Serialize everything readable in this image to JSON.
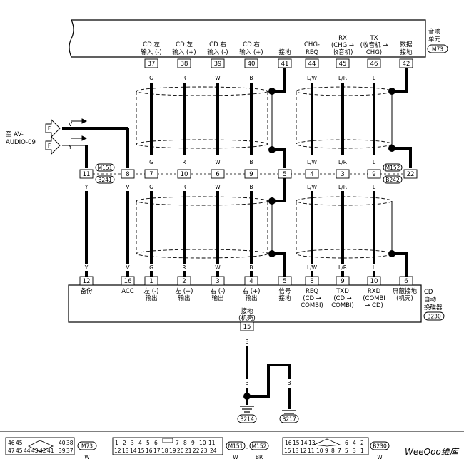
{
  "units": {
    "audio_unit": {
      "line1": "音响",
      "line2": "单元",
      "badge": "M73"
    },
    "cd_changer": {
      "line1": "CD",
      "line2": "自动",
      "line3": "换碟器",
      "badge": "B230"
    }
  },
  "top_pins": [
    {
      "label1": "CD 左",
      "label2": "输入 (-)",
      "pin": "37",
      "wire": "G"
    },
    {
      "label1": "CD 左",
      "label2": "输入 (+)",
      "pin": "38",
      "wire": "R"
    },
    {
      "label1": "CD 右",
      "label2": "输入 (-)",
      "pin": "39",
      "wire": "W"
    },
    {
      "label1": "CD 右",
      "label2": "输入 (+)",
      "pin": "40",
      "wire": "B"
    },
    {
      "label1": "接地",
      "label2": "",
      "pin": "41",
      "wire": ""
    },
    {
      "label1": "CHG-",
      "label2": "REQ",
      "pin": "44",
      "wire": "L/W"
    },
    {
      "label1": "RX",
      "label2": "(CHG →",
      "label3": "收音机)",
      "pin": "45",
      "wire": "L/R"
    },
    {
      "label1": "TX",
      "label2": "(收音机 →",
      "label3": "CHG)",
      "pin": "46",
      "wire": "L"
    },
    {
      "label1": "数据",
      "label2": "接地",
      "pin": "42",
      "wire": ""
    }
  ],
  "external": {
    "prefix": "至 AV-",
    "name": "AUDIO-09",
    "fuse_label": "F",
    "wire_v": "V",
    "wire_y": "Y"
  },
  "mid_connector": {
    "left_badge_top": "M151",
    "left_badge_bottom": "B241",
    "right_badge_top": "M152",
    "right_badge_bottom": "B242",
    "pins": [
      "11",
      "8",
      "7",
      "10",
      "6",
      "9",
      "5",
      "4",
      "3",
      "9",
      "22"
    ],
    "upper_wires": [
      "Y",
      "V",
      "G",
      "R",
      "W",
      "B",
      "",
      "L/W",
      "L/R",
      "L",
      ""
    ],
    "lower_wires": [
      "Y",
      "V",
      "G",
      "R",
      "W",
      "B",
      "",
      "L/W",
      "L/R",
      "L",
      ""
    ]
  },
  "bottom_pins": [
    {
      "pin": "12",
      "label1": "备份",
      "label2": ""
    },
    {
      "pin": "16",
      "label1": "ACC",
      "label2": ""
    },
    {
      "pin": "1",
      "label1": "左 (-)",
      "label2": "输出"
    },
    {
      "pin": "2",
      "label1": "左 (+)",
      "label2": "输出"
    },
    {
      "pin": "3",
      "label1": "右 (-)",
      "label2": "输出"
    },
    {
      "pin": "4",
      "label1": "右 (+)",
      "label2": "输出"
    },
    {
      "pin": "5",
      "label1": "信号",
      "label2": "接地"
    },
    {
      "pin": "8",
      "label1": "REQ",
      "label2": "(CD →",
      "label3": "COMBI)"
    },
    {
      "pin": "9",
      "label1": "TXD",
      "label2": "(CD →",
      "label3": "COMBI)"
    },
    {
      "pin": "10",
      "label1": "RXD",
      "label2": "(COMBI",
      "label3": "→ CD)"
    },
    {
      "pin": "6",
      "label1": "屏蔽接地",
      "label2": "(机壳)"
    }
  ],
  "bottom_wires": [
    "Y",
    "V",
    "G",
    "R",
    "W",
    "B",
    "",
    "L/W",
    "L/R",
    "L",
    ""
  ],
  "ground": {
    "label1": "接地",
    "label2": "(机壳)",
    "pin": "15",
    "wire_main": "B",
    "wire_a": "B",
    "wire_b": "B",
    "wire_c": "B",
    "badge_left": "B214",
    "badge_right": "B217"
  },
  "legend": {
    "c1": {
      "row1": [
        "46",
        "45",
        "",
        "",
        "",
        "",
        "",
        "",
        "40",
        "38"
      ],
      "row2": [
        "47",
        "45",
        "44",
        "43",
        "42",
        "41",
        "39",
        "37"
      ],
      "badge": "M73",
      "color": "W"
    },
    "c2": {
      "row1": [
        "1",
        "2",
        "3",
        "4",
        "5",
        "6",
        "7",
        "8",
        "9",
        "10",
        "11"
      ],
      "row2": [
        "12",
        "13",
        "14",
        "15",
        "16",
        "17",
        "18",
        "19",
        "20",
        "21",
        "22",
        "23",
        "24"
      ],
      "badge1": "M151",
      "color1": "W",
      "sep": ",",
      "badge2": "M152",
      "color2": "BR"
    },
    "c3": {
      "row1": [
        "16",
        "15",
        "14",
        "13",
        "6",
        "4",
        "2"
      ],
      "row2": [
        "15",
        "13",
        "12",
        "11",
        "10",
        "9",
        "8",
        "7",
        "5",
        "3",
        "1"
      ],
      "badge": "B230",
      "color": "W"
    }
  },
  "watermark": "WeeQoo维库"
}
